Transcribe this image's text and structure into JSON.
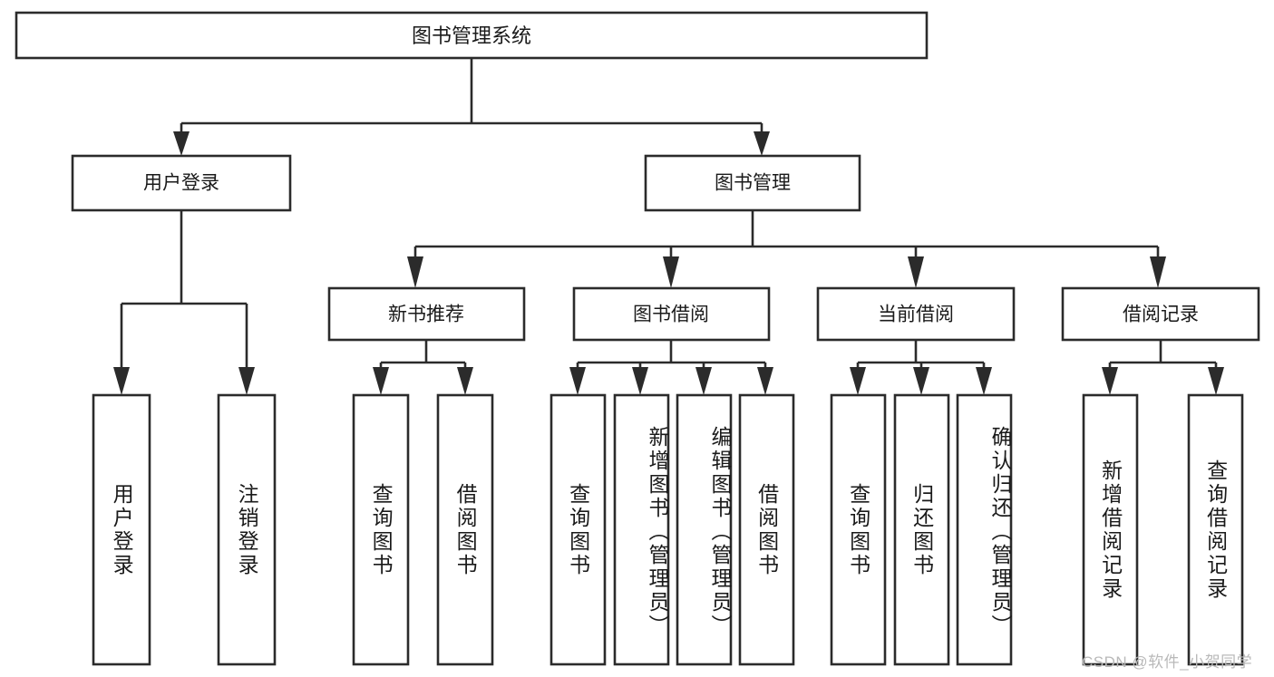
{
  "diagram": {
    "type": "tree-hierarchy-chart",
    "title": "图书管理系统",
    "orientation": "top-down",
    "colors": {
      "stroke": "#2b2b2b",
      "fill": "#ffffff",
      "text": "#1a1a1a",
      "background": "#ffffff",
      "watermark": "#b9b9b9"
    },
    "root": {
      "label": "图书管理系统"
    },
    "level2": [
      {
        "label": "用户登录"
      },
      {
        "label": "图书管理"
      }
    ],
    "level3": [
      {
        "label": "新书推荐"
      },
      {
        "label": "图书借阅"
      },
      {
        "label": "当前借阅"
      },
      {
        "label": "借阅记录"
      }
    ],
    "leaves": {
      "user_login": [
        {
          "label": "用户登录"
        },
        {
          "label": "注销登录"
        }
      ],
      "new_book_recommend": [
        {
          "label": "查询图书"
        },
        {
          "label": "借阅图书"
        }
      ],
      "book_borrow": [
        {
          "label": "查询图书"
        },
        {
          "label": "新增图书（管理员）"
        },
        {
          "label": "编辑图书（管理员）"
        },
        {
          "label": "借阅图书"
        }
      ],
      "current_borrow": [
        {
          "label": "查询图书"
        },
        {
          "label": "归还图书"
        },
        {
          "label": "确认归还（管理员）"
        }
      ],
      "borrow_record": [
        {
          "label": "新增借阅记录"
        },
        {
          "label": "查询借阅记录"
        }
      ]
    },
    "watermark": "CSDN @软件_小贺同学"
  }
}
